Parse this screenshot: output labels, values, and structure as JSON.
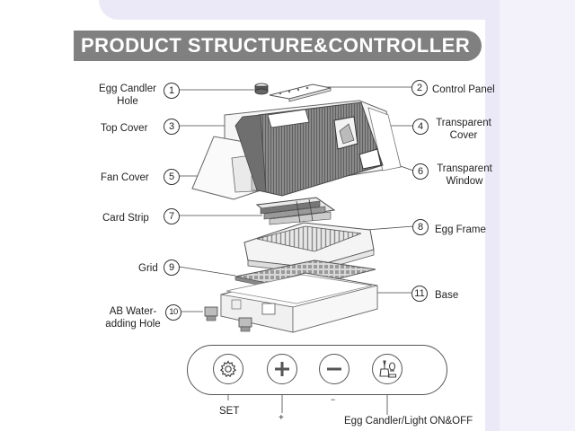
{
  "title": "PRODUCT STRUCTURE&CONTROLLER",
  "parts": [
    {
      "num": "1",
      "label_lines": [
        "Egg Candler",
        "Hole"
      ]
    },
    {
      "num": "2",
      "label_lines": [
        "Control Panel"
      ]
    },
    {
      "num": "3",
      "label_lines": [
        "Top Cover"
      ]
    },
    {
      "num": "4",
      "label_lines": [
        "Transparent",
        "Cover"
      ]
    },
    {
      "num": "5",
      "label_lines": [
        "Fan Cover"
      ]
    },
    {
      "num": "6",
      "label_lines": [
        "Transparent",
        "Window"
      ]
    },
    {
      "num": "7",
      "label_lines": [
        "Card Strip"
      ]
    },
    {
      "num": "8",
      "label_lines": [
        "Egg Frame"
      ]
    },
    {
      "num": "9",
      "label_lines": [
        "Grid"
      ]
    },
    {
      "num": "10",
      "label_lines": [
        "AB Water-",
        "adding Hole"
      ]
    },
    {
      "num": "11",
      "label_lines": [
        "Base"
      ]
    }
  ],
  "controller": {
    "set_label": "SET",
    "plus_label": "+",
    "minus_label": "−",
    "candler_label": "Egg Candler/Light ON&OFF"
  },
  "icons": {
    "set": "gear-icon",
    "plus": "plus-icon",
    "minus": "minus-icon",
    "candler": "egg-candler-light-icon"
  }
}
